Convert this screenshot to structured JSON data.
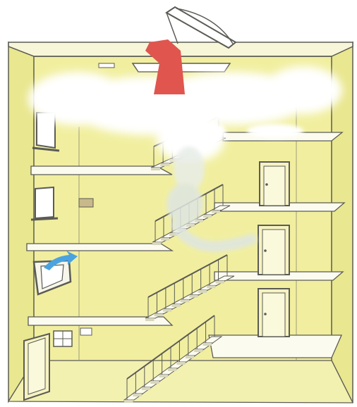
{
  "diagram": {
    "subject": "stairwell-smoke-ventilation",
    "colors": {
      "wall": "#f1ef9f",
      "wall_dark": "#e4e28a",
      "floor": "#fbfbf0",
      "outline": "#5b5b55",
      "smoke": "#ffffff",
      "smoke_rising": "#dfe6e2",
      "hot_air_arrow": "#e0564f",
      "fresh_air_arrow": "#4aa3e0",
      "door": "#f6f3c2",
      "window_frame": "#ffffff"
    },
    "floors": [
      "floor-1",
      "floor-2",
      "floor-3",
      "floor-4"
    ],
    "features": [
      "roof-smoke-vent-open",
      "open-window-fresh-air-inlet",
      "apartment-doors",
      "stair-flights",
      "smoke-cloud-under-roof"
    ]
  }
}
